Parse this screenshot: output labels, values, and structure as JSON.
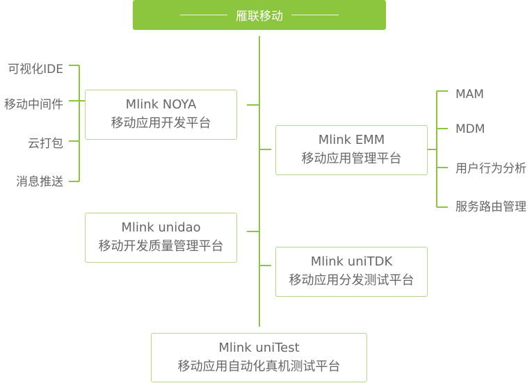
{
  "title": "雁联移动",
  "colors": {
    "accent": "#8cc63f",
    "border": "#b5d98a",
    "line": "#8cc63f",
    "text": "#666666"
  },
  "nodes": {
    "noya": {
      "en": "Mlink NOYA",
      "zh": "移动应用开发平台"
    },
    "emm": {
      "en": "Mlink EMM",
      "zh": "移动应用管理平台"
    },
    "unidao": {
      "en": "Mlink unidao",
      "zh": "移动开发质量管理平台"
    },
    "unitdk": {
      "en": "Mlink uniTDK",
      "zh": "移动应用分发测试平台"
    },
    "unitest": {
      "en": "Mlink uniTest",
      "zh": "移动应用自动化真机测试平台"
    }
  },
  "noya_features": [
    "可视化IDE",
    "移动中间件",
    "云打包",
    "消息推送"
  ],
  "emm_features": [
    "MAM",
    "MDM",
    "用户行为分析",
    "服务路由管理"
  ]
}
